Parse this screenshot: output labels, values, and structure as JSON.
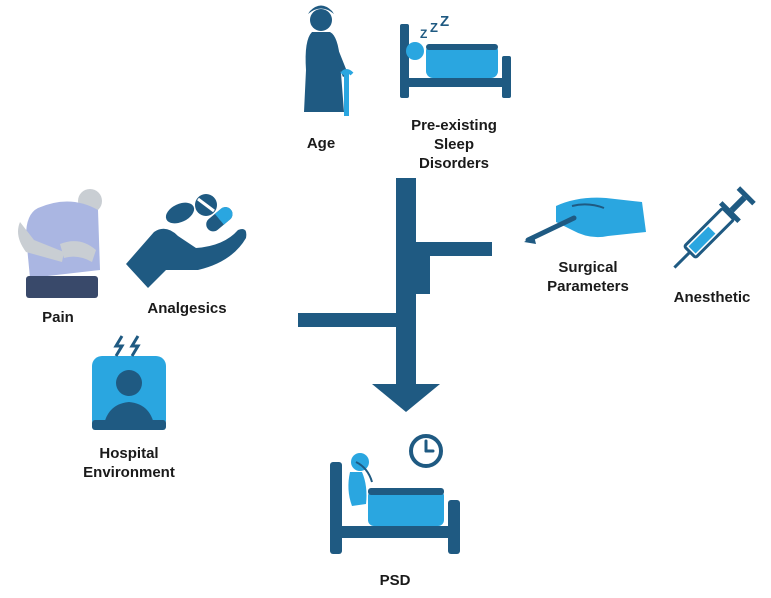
{
  "colors": {
    "dark_blue": "#1f5a82",
    "light_blue": "#2aa6e0",
    "grey": "#bfc5cc",
    "text": "#1a1a1a"
  },
  "factors": {
    "age": "Age",
    "sleep_disorders": "Pre-existing\nSleep\nDisorders",
    "pain": "Pain",
    "analgesics": "Analgesics",
    "hospital_environment": "Hospital\nEnvironment",
    "surgical_parameters": "Surgical\nParameters",
    "anesthetic": "Anesthetic"
  },
  "outcome": {
    "label": "PSD"
  },
  "icons": [
    "elderly-person-icon",
    "sleeping-bed-icon",
    "pain-person-icon",
    "pills-hand-icon",
    "stressed-head-icon",
    "scalpel-hand-icon",
    "syringe-icon",
    "bed-clock-icon"
  ]
}
